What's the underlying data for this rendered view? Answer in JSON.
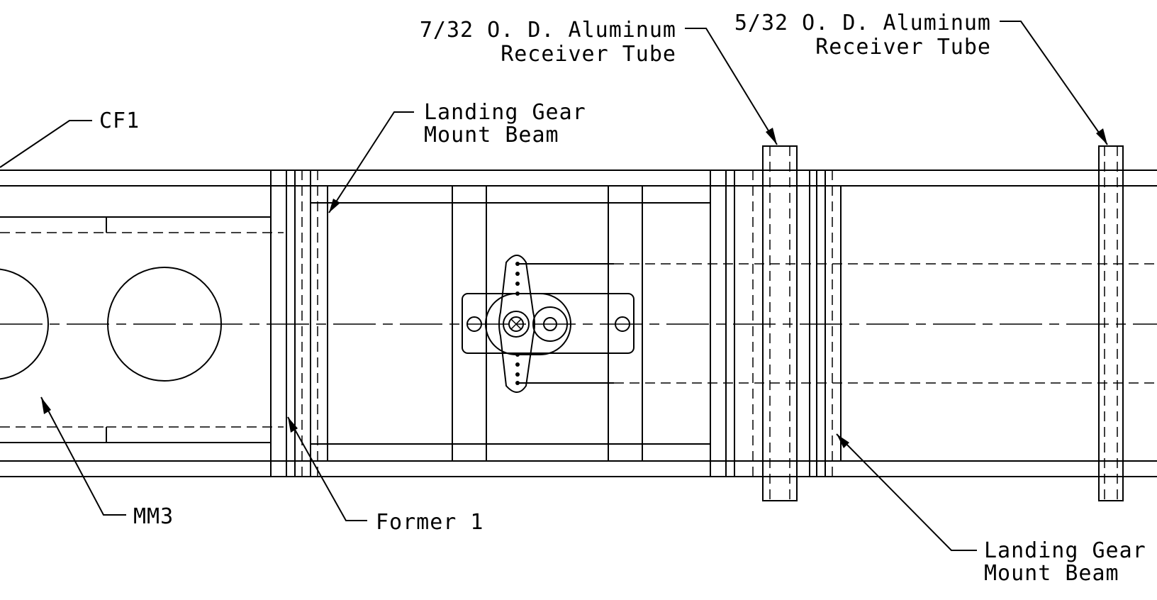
{
  "labels": {
    "tube_7_32_line1": "7/32 O. D. Aluminum",
    "tube_7_32_line2": "Receiver Tube",
    "tube_5_32_line1": "5/32 O. D. Aluminum",
    "tube_5_32_line2": "Receiver Tube",
    "cf1": "CF1",
    "gear_beam_top_line1": "Landing Gear",
    "gear_beam_top_line2": "Mount Beam",
    "mm3": "MM3",
    "former1": "Former 1",
    "gear_beam_bottom_line1": "Landing Gear",
    "gear_beam_bottom_line2": "Mount Beam"
  }
}
